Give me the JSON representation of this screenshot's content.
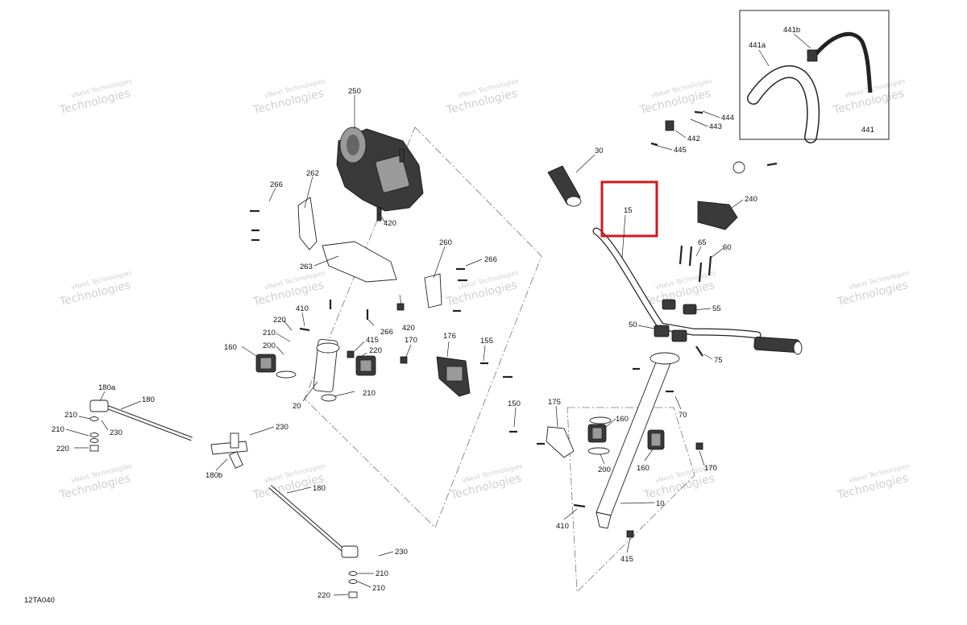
{
  "diagram": {
    "code": "12TA040",
    "highlight_label": "15",
    "highlight_color": "#d0181d",
    "watermark": [
      "vNext Technologies",
      "vNext\nTechnologies"
    ],
    "callouts": [
      "250",
      "262",
      "266",
      "420",
      "263",
      "260",
      "266",
      "420",
      "266",
      "410",
      "220",
      "210",
      "200",
      "160",
      "415",
      "220",
      "210",
      "20",
      "170",
      "176",
      "155",
      "30",
      "15",
      "240",
      "65",
      "60",
      "55",
      "50",
      "75",
      "70",
      "175",
      "150",
      "160",
      "200",
      "160",
      "170",
      "10",
      "410",
      "415",
      "180a",
      "180",
      "210",
      "230",
      "210",
      "220",
      "230",
      "180b",
      "180",
      "230",
      "210",
      "210",
      "220",
      "441b",
      "441a",
      "444",
      "443",
      "442",
      "445",
      "441"
    ]
  }
}
